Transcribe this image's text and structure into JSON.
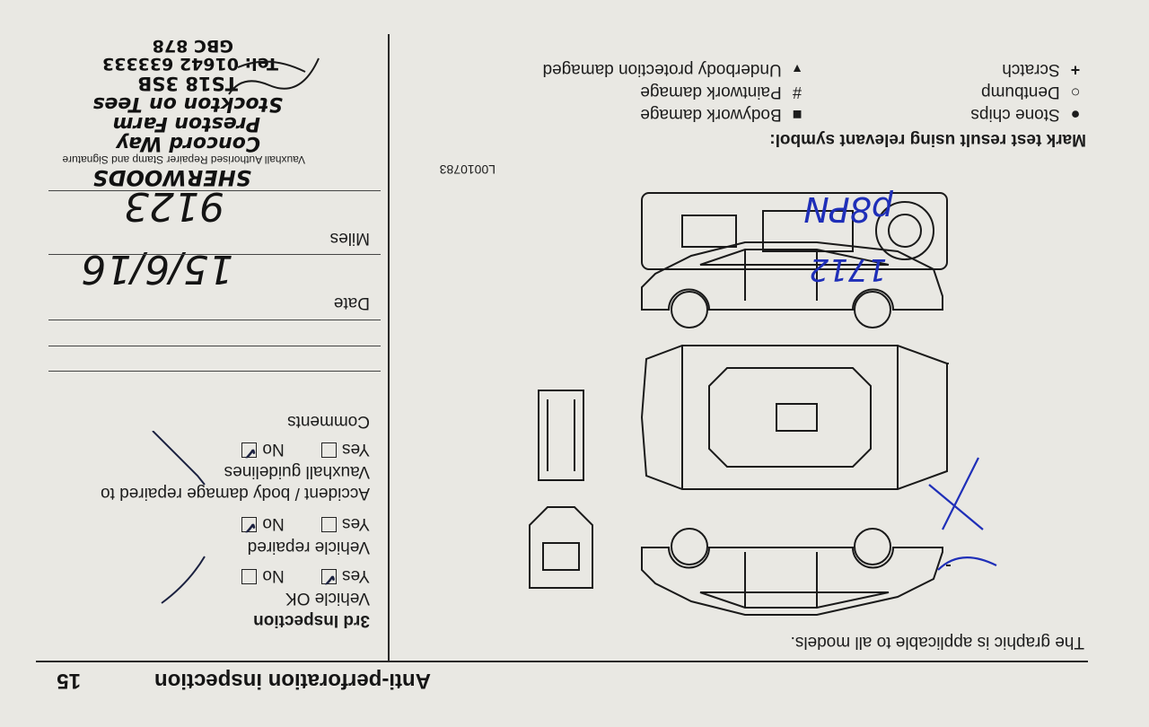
{
  "header": {
    "title": "Anti-perforation inspection",
    "page_number": "15"
  },
  "graphic_note": "The graphic is applicable to all models.",
  "inspection": {
    "heading": "3rd Inspection",
    "vehicle_ok": "Vehicle OK",
    "vehicle_repaired": "Vehicle repaired",
    "accident_line1": "Accident / body damage repaired to",
    "accident_line2": "Vauxhall guidelines",
    "yes": "Yes",
    "no": "No"
  },
  "comments_label": "Comments",
  "date_label": "Date",
  "date_value": "15/6/16",
  "miles_label": "Miles",
  "miles_value": "9123",
  "stamp": {
    "dealer": "SHERWOODS",
    "caption": "Vauxhall Authorised Repairer Stamp and Signature",
    "line1": "Concord Way",
    "line2": "Preston Farm",
    "line3": "Stockton on Tees",
    "line4": "TS18 3SB",
    "tel": "Tel: 01642 633333",
    "code": "GBC 878"
  },
  "document_code": "L0010783",
  "legend": {
    "heading": "Mark test result using relevant symbol:",
    "items": [
      {
        "symbol": "●",
        "label": "Stone chips"
      },
      {
        "symbol": "○",
        "label": "Dentbump"
      },
      {
        "symbol": "+",
        "label": "Scratch"
      },
      {
        "symbol": "■",
        "label": "Bodywork damage"
      },
      {
        "symbol": "#",
        "label": "Paintwork damage"
      },
      {
        "symbol": "▼",
        "label": "Underbody protection damaged"
      }
    ]
  },
  "blue_annotations": {
    "top": "1712",
    "bottom": "p8PN"
  }
}
